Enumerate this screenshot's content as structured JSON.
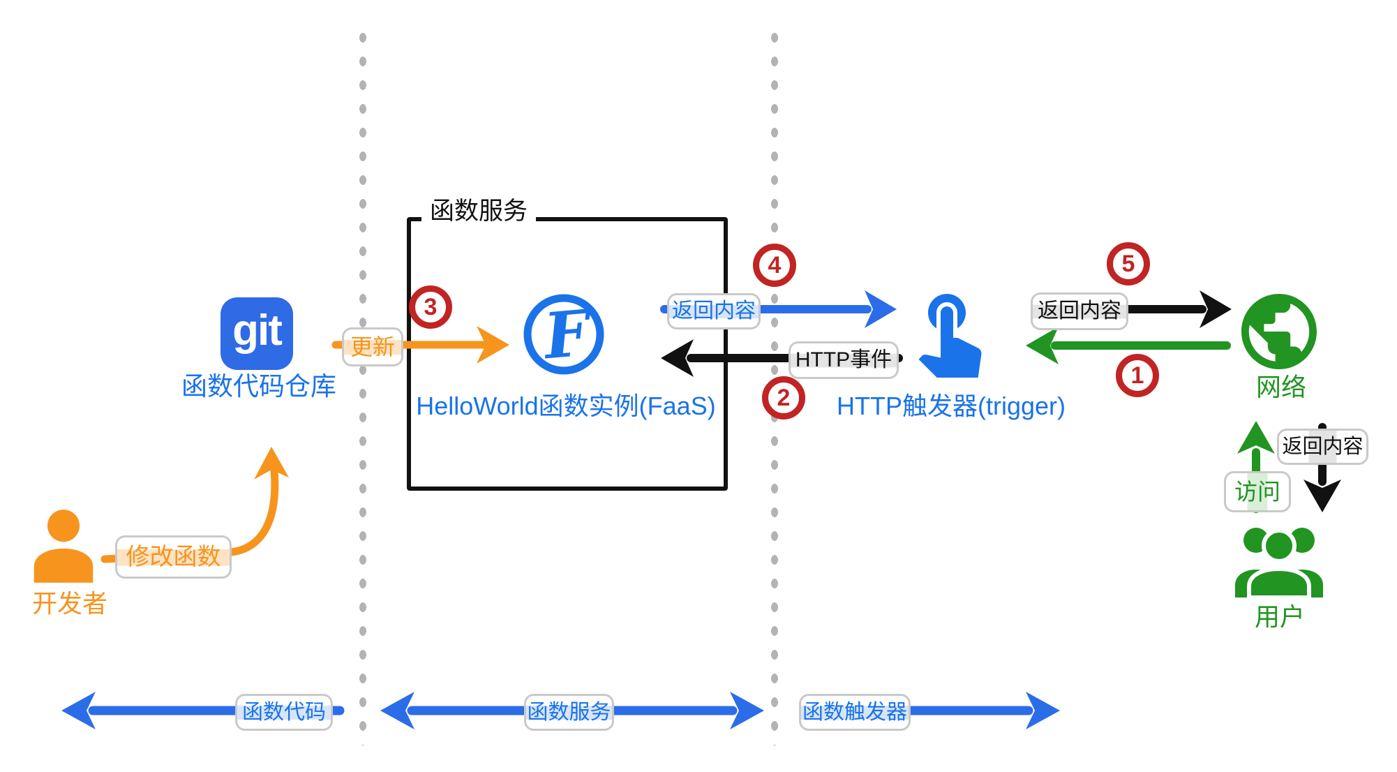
{
  "diagram": {
    "nodes": {
      "git": {
        "logo_text": "git",
        "label": "函数代码仓库"
      },
      "service_box": {
        "title": "函数服务"
      },
      "faas": {
        "label": "HelloWorld函数实例(FaaS)"
      },
      "http_trigger": {
        "label": "HTTP触发器(trigger)"
      },
      "network": {
        "label": "网络"
      },
      "users": {
        "label": "用户"
      },
      "developer": {
        "label": "开发者"
      }
    },
    "edges": {
      "modify_function": {
        "label": "修改函数"
      },
      "update": {
        "label": "更新"
      },
      "return_content_to_trigger": {
        "label": "返回内容"
      },
      "http_event": {
        "label": "HTTP事件"
      },
      "return_content_to_network": {
        "label": "返回内容"
      },
      "access": {
        "label": "访问"
      },
      "return_content_to_users": {
        "label": "返回内容"
      }
    },
    "steps": {
      "step1": "1",
      "step2": "2",
      "step3": "3",
      "step4": "4",
      "step5": "5"
    },
    "lanes": {
      "code": {
        "label": "函数代码"
      },
      "service": {
        "label": "函数服务"
      },
      "trigger": {
        "label": "函数触发器"
      }
    },
    "colors": {
      "blue": "#2b6de8",
      "blue_text": "#1a73e8",
      "orange": "#f7941e",
      "green": "#219421",
      "red": "#c22323",
      "black": "#111111",
      "divider_gray": "#b3b3b3"
    }
  }
}
